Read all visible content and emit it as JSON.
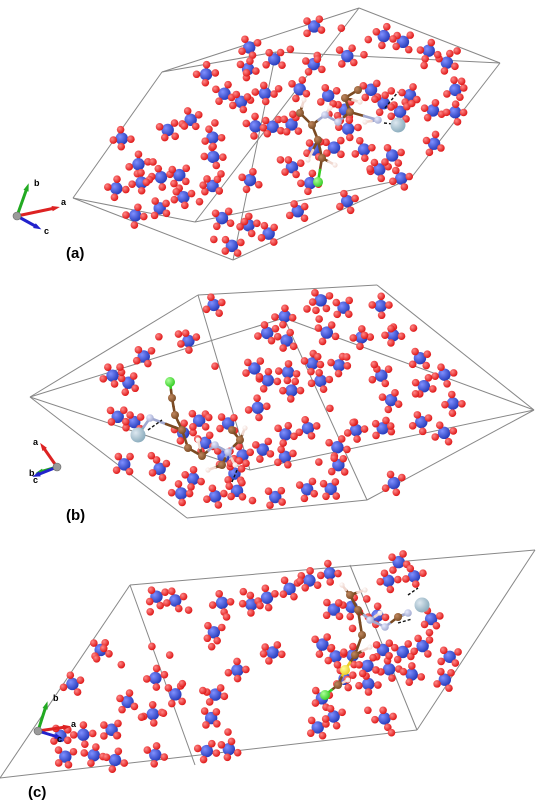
{
  "panels": [
    {
      "id": "a",
      "label": "(a)",
      "axes": {
        "x": "a",
        "y": "b",
        "z": "c"
      }
    },
    {
      "id": "b",
      "label": "(b)",
      "axes": {
        "x": "a",
        "y": "b",
        "z": "c"
      }
    },
    {
      "id": "c",
      "label": "(c)",
      "axes": {
        "x": "a",
        "y": "b",
        "z": "c"
      }
    }
  ],
  "colors": {
    "oxygen": "#dd1111",
    "silicon": "#2238b8",
    "carbon": "#7a4a22",
    "nitrogen": "#a0a8d0",
    "hydrogen": "#f0d8d0",
    "chlorine": "#33cc22",
    "sulfur": "#eecc22",
    "metal": "#88aabb",
    "cell_edge": "#888888",
    "axis_a": "#dd2222",
    "axis_b": "#22aa22",
    "axis_c": "#2222cc"
  }
}
